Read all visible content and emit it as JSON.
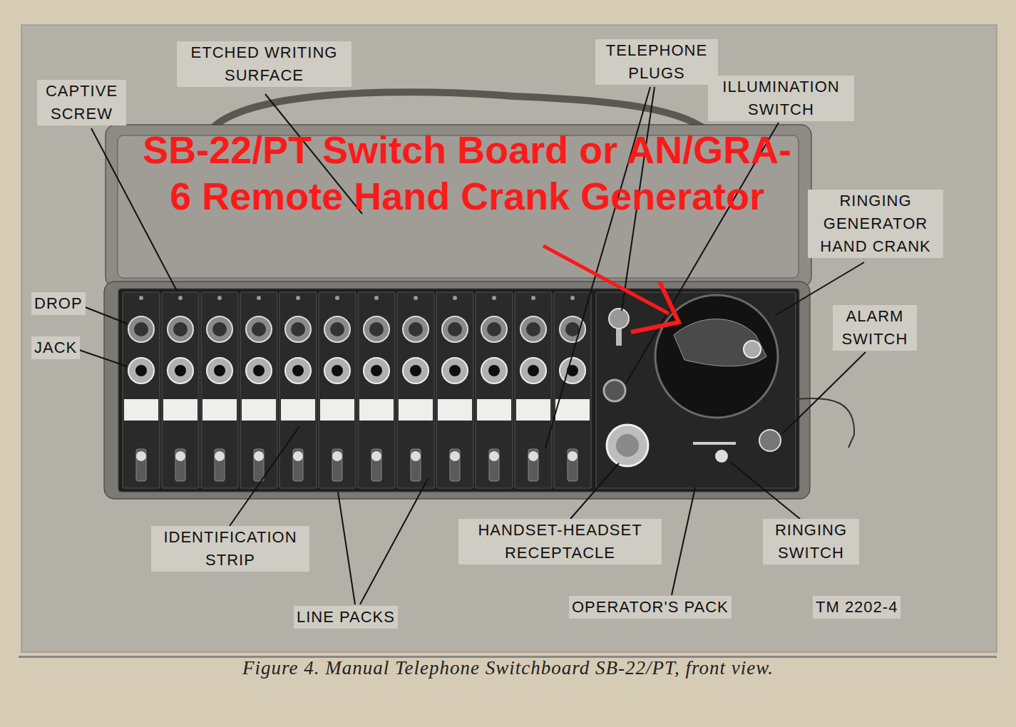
{
  "diagram": {
    "caption": "Figure 4. Manual Telephone Switchboard SB-22/PT, front view.",
    "labels": [
      "CAPTIVE SCREW",
      "ETCHED WRITING SURFACE",
      "TELEPHONE PLUGS",
      "ILLUMINATION SWITCH",
      "SB-22/PT Switch Board or AN/GRA-6 Remote Hand Crank Generator",
      "RINGING GENERATOR HAND CRANK",
      "DROP",
      "JACK",
      "ALARM SWITCH",
      "IDENTIFICATION STRIP",
      "HANDSET-HEADSET RECEPTACLE",
      "RINGING SWITCH",
      "LINE PACKS",
      "OPERATOR'S PACK",
      "TM 2202-4"
    ]
  }
}
